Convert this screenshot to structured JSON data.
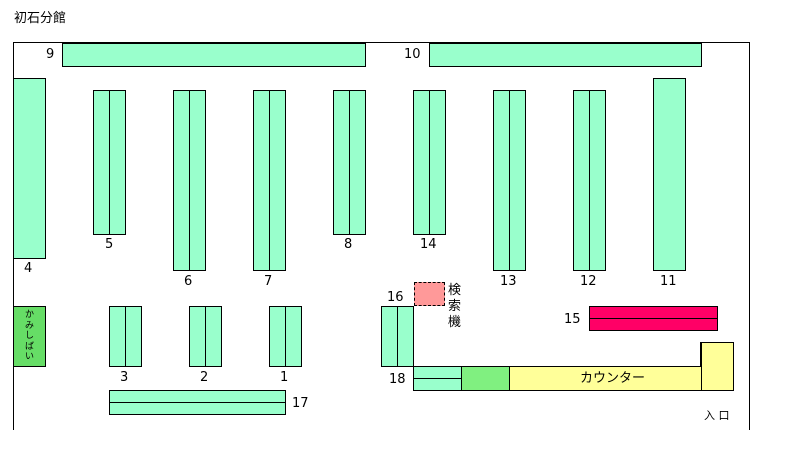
{
  "title": "初石分館",
  "labels": {
    "s1": "1",
    "s2": "2",
    "s3": "3",
    "s4": "4",
    "s5": "5",
    "s6": "6",
    "s7": "7",
    "s8": "8",
    "s9": "9",
    "s10": "10",
    "s11": "11",
    "s12": "12",
    "s13": "13",
    "s14": "14",
    "s15": "15",
    "s16": "16",
    "s17": "17",
    "s18": "18"
  },
  "kamishibai": [
    "か",
    "み",
    "し",
    "ば",
    "い"
  ],
  "search_terminal": [
    "検",
    "索",
    "機"
  ],
  "counter": "カウンター",
  "entrance": "入 口",
  "colors": {
    "shelf": "#99ffcc",
    "counter": "#ffff99",
    "kamishibai": "#66dd66",
    "search": "#ff9999",
    "shelf15": "#ff0066",
    "counter_green": "#80f080"
  }
}
